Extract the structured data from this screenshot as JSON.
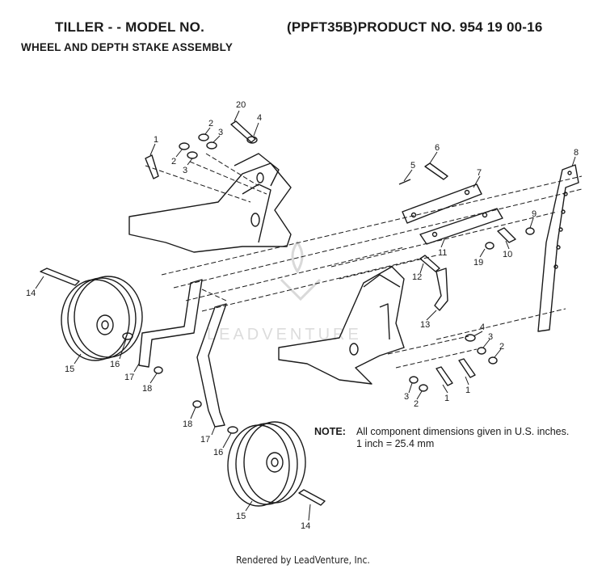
{
  "header": {
    "title_left": "TILLER - - MODEL NO.",
    "title_right": "(PPFT35B)PRODUCT NO. 954 19 00-16",
    "subtitle": "WHEEL AND DEPTH STAKE ASSEMBLY"
  },
  "note": {
    "label": "NOTE:",
    "line1": "All component dimensions given in U.S. inches.",
    "line2": "1 inch = 25.4 mm"
  },
  "watermark": "LEADVENTURE",
  "footer": "Rendered by LeadVenture, Inc.",
  "callouts": [
    {
      "n": "20"
    },
    {
      "n": "4"
    },
    {
      "n": "2"
    },
    {
      "n": "3"
    },
    {
      "n": "1"
    },
    {
      "n": "2"
    },
    {
      "n": "3"
    },
    {
      "n": "6"
    },
    {
      "n": "5"
    },
    {
      "n": "7"
    },
    {
      "n": "8"
    },
    {
      "n": "9"
    },
    {
      "n": "10"
    },
    {
      "n": "11"
    },
    {
      "n": "19"
    },
    {
      "n": "12"
    },
    {
      "n": "13"
    },
    {
      "n": "14"
    },
    {
      "n": "15"
    },
    {
      "n": "16"
    },
    {
      "n": "17"
    },
    {
      "n": "18"
    },
    {
      "n": "4"
    },
    {
      "n": "3"
    },
    {
      "n": "2"
    },
    {
      "n": "1"
    },
    {
      "n": "1"
    },
    {
      "n": "3"
    },
    {
      "n": "2"
    },
    {
      "n": "18"
    },
    {
      "n": "17"
    },
    {
      "n": "16"
    },
    {
      "n": "15"
    },
    {
      "n": "14"
    }
  ]
}
